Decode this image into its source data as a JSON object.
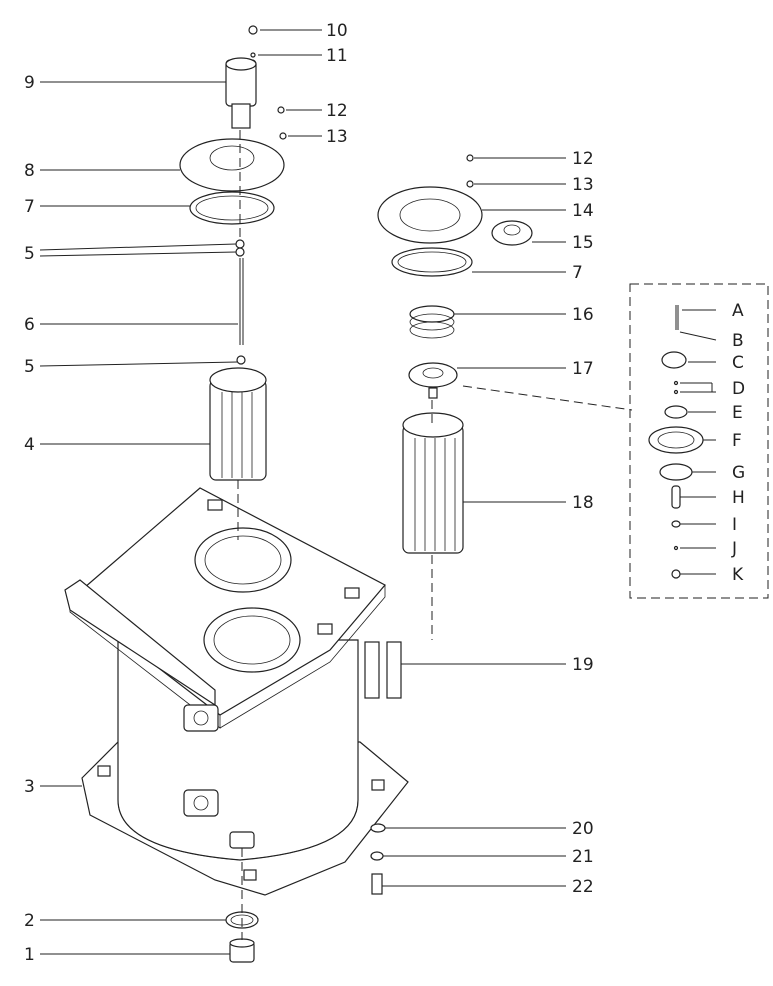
{
  "callouts": {
    "c1": "1",
    "c2": "2",
    "c3": "3",
    "c4": "4",
    "c5a": "5",
    "c5b": "5",
    "c6": "6",
    "c7a": "7",
    "c7b": "7",
    "c8": "8",
    "c9": "9",
    "c10": "10",
    "c11": "11",
    "c12a": "12",
    "c12b": "12",
    "c13a": "13",
    "c13b": "13",
    "c14": "14",
    "c15": "15",
    "c16": "16",
    "c17": "17",
    "c18": "18",
    "c19": "19",
    "c20": "20",
    "c21": "21",
    "c22": "22"
  },
  "detail": {
    "A": "A",
    "B": "B",
    "C": "C",
    "D": "D",
    "E": "E",
    "F": "F",
    "G": "G",
    "H": "H",
    "I": "I",
    "J": "J",
    "K": "K"
  }
}
